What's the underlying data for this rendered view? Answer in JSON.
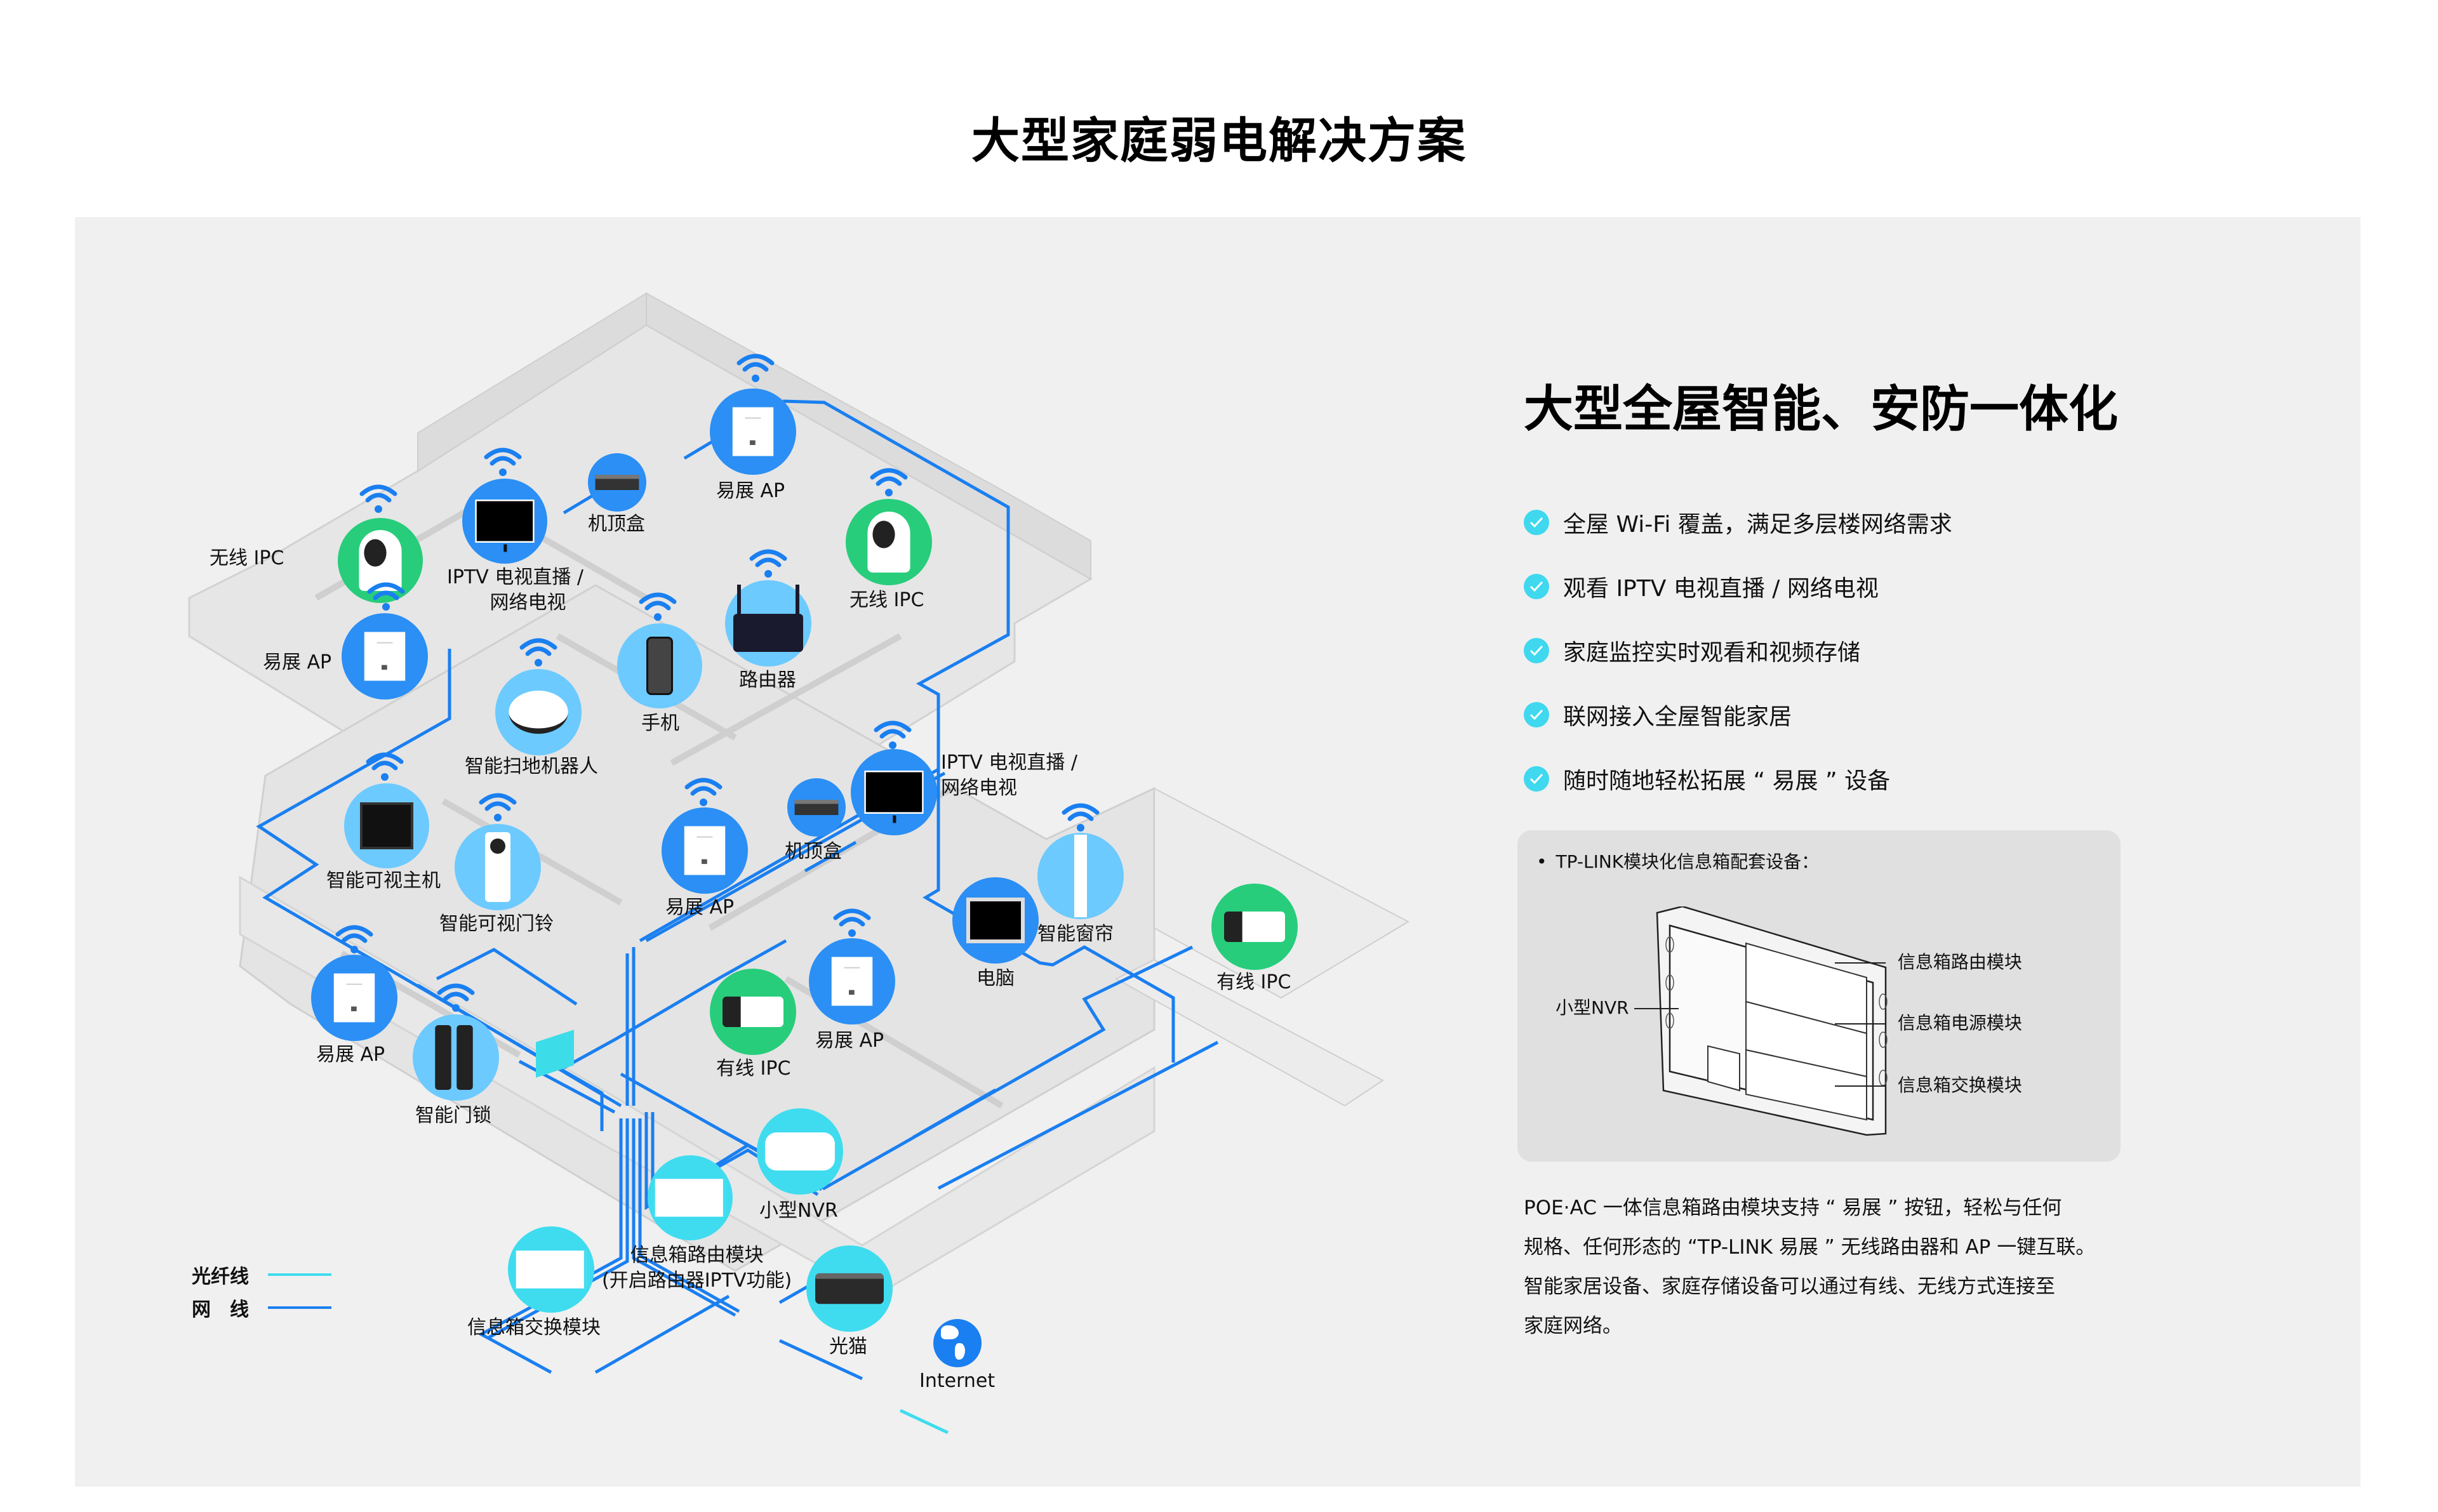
{
  "page": {
    "title": "大型家庭弱电解决方案"
  },
  "diagram": {
    "colors": {
      "ethernet": "#1a7ff0",
      "fiber": "#3fdcef",
      "node_blue": "#2b8ff5",
      "node_light_blue": "#6ccaff",
      "node_green": "#27cd7b",
      "node_cyan": "#3fdcef"
    },
    "nodes": {
      "top_ap": "易展 AP",
      "top_stb": "机顶盒",
      "top_tv_line1": "IPTV 电视直播 /",
      "top_tv_line2": "网络电视",
      "top_ipc_left": "无线 IPC",
      "top_ap_left": "易展 AP",
      "top_ipc_right": "无线 IPC",
      "phone": "手机",
      "router": "路由器",
      "robot": "智能扫地机器人",
      "mid_tv_line1": "IPTV 电视直播 /",
      "mid_tv_line2": "网络电视",
      "mid_stb": "机顶盒",
      "mid_ap": "易展 AP",
      "video_host": "智能可视主机",
      "doorbell": "智能可视门铃",
      "curtain": "智能窗帘",
      "pc": "电脑",
      "wired_ipc_right": "有线 IPC",
      "low_ap_right": "易展 AP",
      "wired_ipc_mid": "有线 IPC",
      "low_ap_left": "易展 AP",
      "door_lock": "智能门锁",
      "nvr": "小型NVR",
      "router_module_line1": "信息箱路由模块",
      "router_module_line2": "(开启路由器IPTV功能)",
      "switch_module": "信息箱交换模块",
      "onu": "光猫",
      "internet": "Internet"
    },
    "legend": [
      {
        "label": "光纤线",
        "color": "#3fdcef"
      },
      {
        "label": "网　线",
        "color": "#1a7ff0"
      }
    ]
  },
  "info": {
    "title": "大型全屋智能、安防一体化",
    "features": [
      "全屋 Wi-Fi 覆盖，满足多层楼网络需求",
      "观看 IPTV 电视直播 / 网络电视",
      "家庭监控实时观看和视频存储",
      "联网接入全屋智能家居",
      "随时随地轻松拓展 “ 易展 ” 设备"
    ],
    "check_color": "#3fd8ef",
    "box_card": {
      "title": "TP-LINK模块化信息箱配套设备：",
      "callouts": {
        "nvr": "小型NVR",
        "router_module": "信息箱路由模块",
        "power_module": "信息箱电源模块",
        "switch_module": "信息箱交换模块"
      }
    },
    "description": [
      "POE·AC 一体信息箱路由模块支持 “ 易展 ” 按钮，轻松与任何",
      "规格、任何形态的 “TP-LINK 易展 ” 无线路由器和 AP 一键互联。",
      "智能家居设备、家庭存储设备可以通过有线、无线方式连接至",
      "家庭网络。"
    ]
  }
}
